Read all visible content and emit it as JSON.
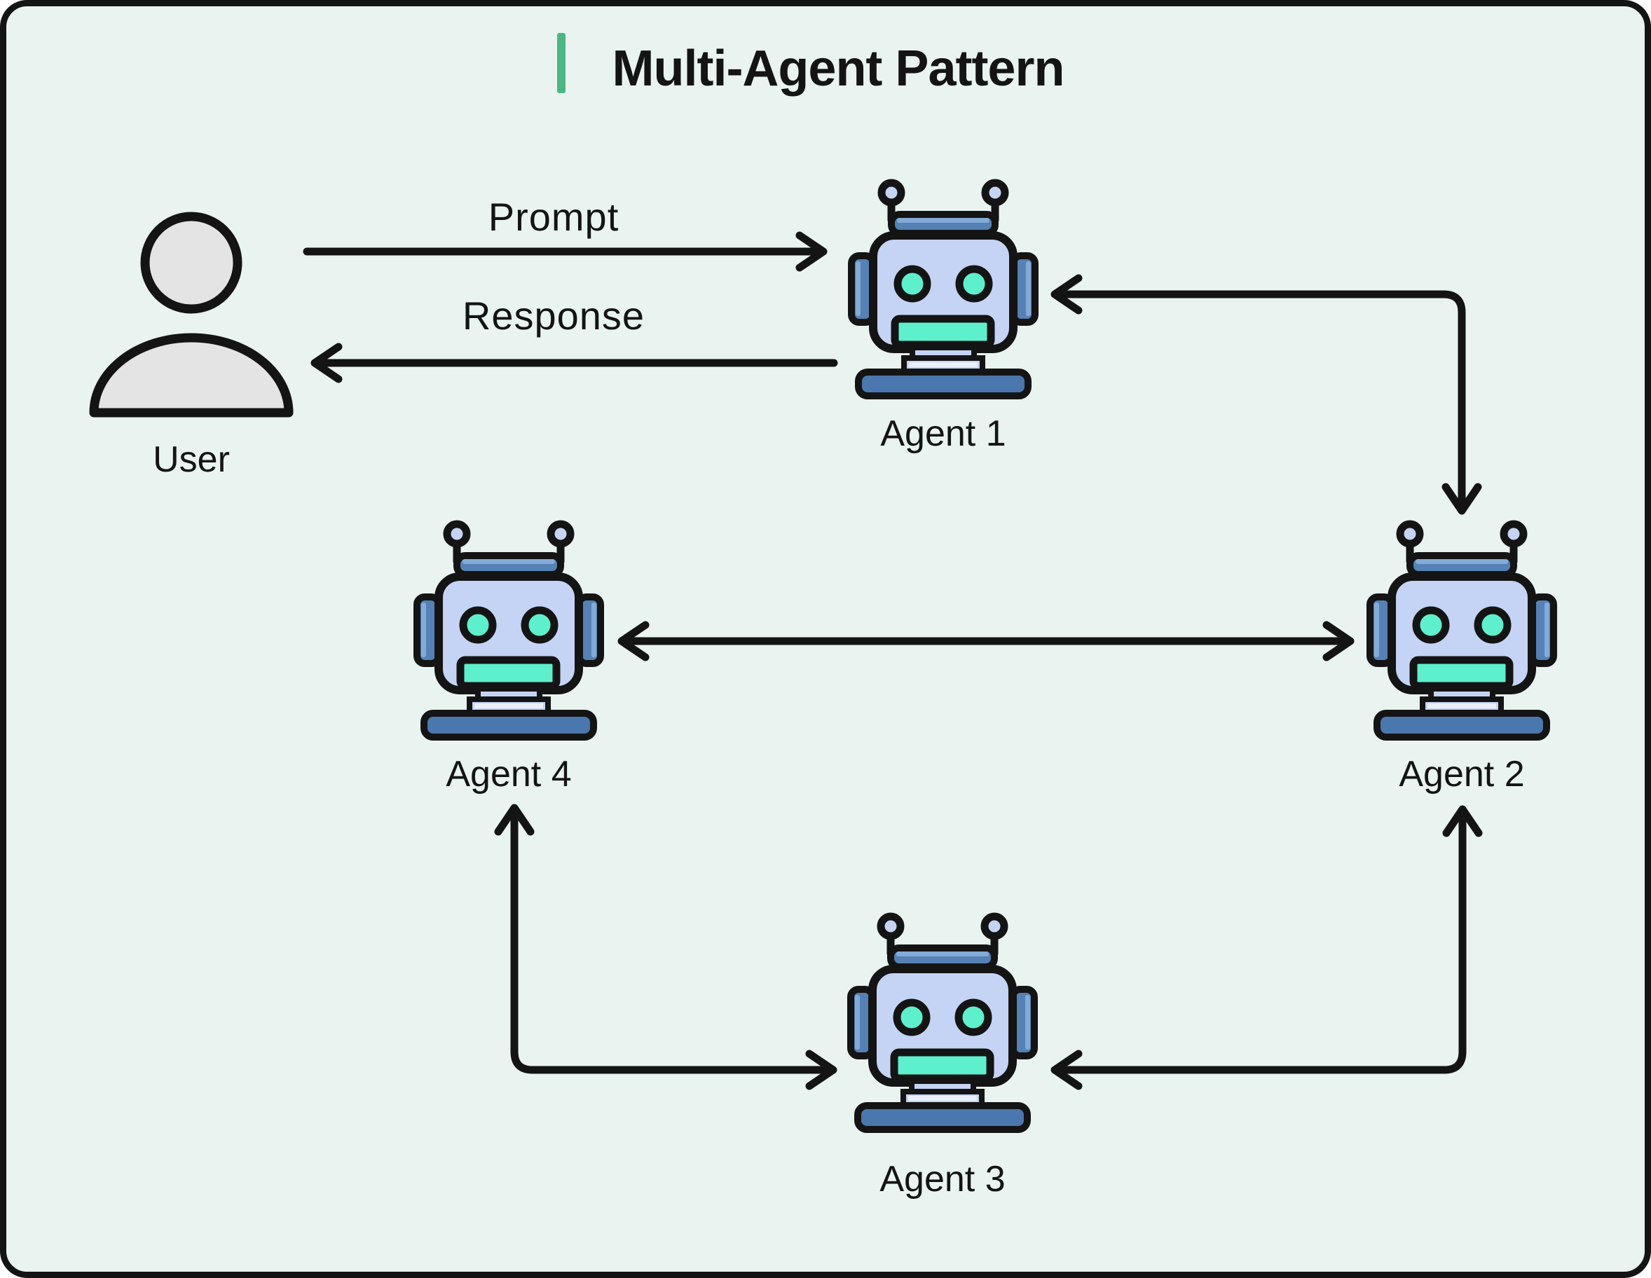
{
  "title": {
    "text": "Multi-Agent Pattern"
  },
  "nodes": {
    "user": {
      "label": "User",
      "icon": "person-icon"
    },
    "agents": [
      {
        "id": "agent-1",
        "label": "Agent 1",
        "icon": "robot-icon"
      },
      {
        "id": "agent-2",
        "label": "Agent 2",
        "icon": "robot-icon"
      },
      {
        "id": "agent-3",
        "label": "Agent 3",
        "icon": "robot-icon"
      },
      {
        "id": "agent-4",
        "label": "Agent 4",
        "icon": "robot-icon"
      }
    ]
  },
  "edges": {
    "prompt": {
      "label": "Prompt",
      "from": "User",
      "to": "Agent 1",
      "bidirectional": false
    },
    "response": {
      "label": "Response",
      "from": "Agent 1",
      "to": "User",
      "bidirectional": false
    },
    "a1_a2": {
      "label": "",
      "from": "Agent 1",
      "to": "Agent 2",
      "bidirectional": true
    },
    "a4_a2": {
      "label": "",
      "from": "Agent 4",
      "to": "Agent 2",
      "bidirectional": true
    },
    "a4_a3": {
      "label": "",
      "from": "Agent 4",
      "to": "Agent 3",
      "bidirectional": true
    },
    "a3_a2": {
      "label": "",
      "from": "Agent 3",
      "to": "Agent 2",
      "bidirectional": true
    }
  },
  "colors": {
    "page_background": "#ffffff",
    "panel_background": "#e9f3ef",
    "ink": "#141414",
    "accent_green": "#4cb782",
    "robot_head": "#c5d4f5",
    "robot_blue": "#5581b5",
    "robot_base": "#4a77ad",
    "robot_face": "#5ef0cd",
    "user_fill": "#e4e4e4"
  }
}
